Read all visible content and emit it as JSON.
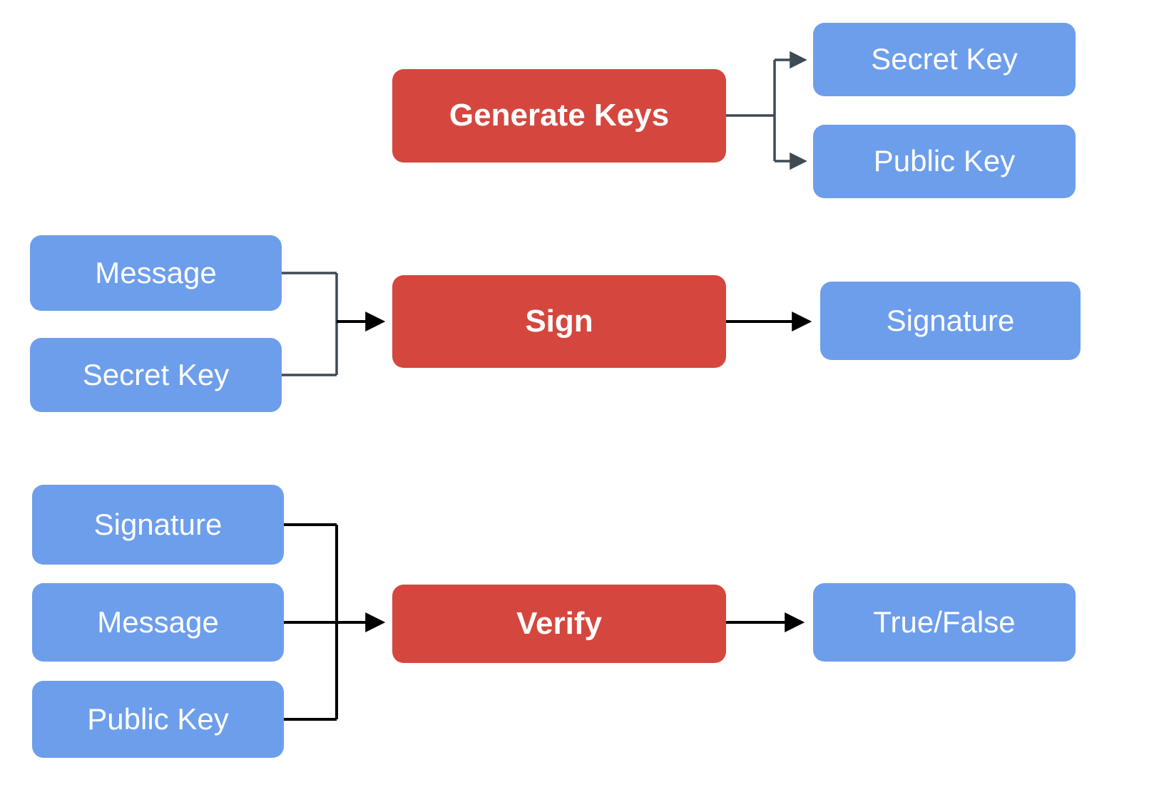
{
  "diagram": {
    "colors": {
      "process_box": "#d5473e",
      "data_box": "#6d9eeb",
      "connector_dark": "#3e4a54",
      "connector_black": "#000000",
      "node_text": "#ffffff"
    },
    "generate_keys": {
      "process": "Generate Keys",
      "outputs": [
        "Secret Key",
        "Public Key"
      ]
    },
    "sign": {
      "inputs": [
        "Message",
        "Secret Key"
      ],
      "process": "Sign",
      "output": "Signature"
    },
    "verify": {
      "inputs": [
        "Signature",
        "Message",
        "Public Key"
      ],
      "process": "Verify",
      "output": "True/False"
    }
  }
}
